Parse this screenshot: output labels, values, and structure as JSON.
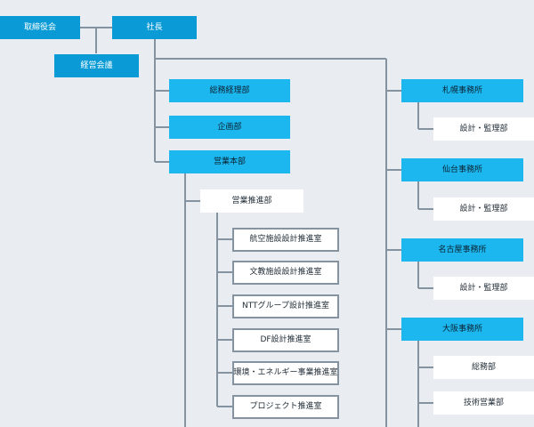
{
  "org": {
    "board": "取締役会",
    "president": "社長",
    "management_meeting": "経営会議",
    "general_affairs": "総務経理部",
    "planning": "企画部",
    "sales_hq": "営業本部",
    "sales_promotion": "営業推進部",
    "offices": {
      "aviation": "航空施設設計推進室",
      "education": "文教施設設計推進室",
      "ntt": "NTTグループ設計推進室",
      "df": "DF設計推進室",
      "environment": "環境・エネルギー事業推進室",
      "project": "プロジェクト推進室"
    },
    "sapporo": {
      "name": "札幌事務所",
      "unit": "設計・監理部"
    },
    "sendai": {
      "name": "仙台事務所",
      "unit": "設計・監理部"
    },
    "nagoya": {
      "name": "名古屋事務所",
      "unit": "設計・監理部"
    },
    "osaka": {
      "name": "大阪事務所",
      "units": [
        "総務部",
        "技術営業部"
      ]
    }
  },
  "colors": {
    "background": "#e9edf2",
    "top_box": "#0a9bd6",
    "dept_box": "#1cb7ee",
    "connector": "#8593a1",
    "white_box": "#ffffff"
  }
}
